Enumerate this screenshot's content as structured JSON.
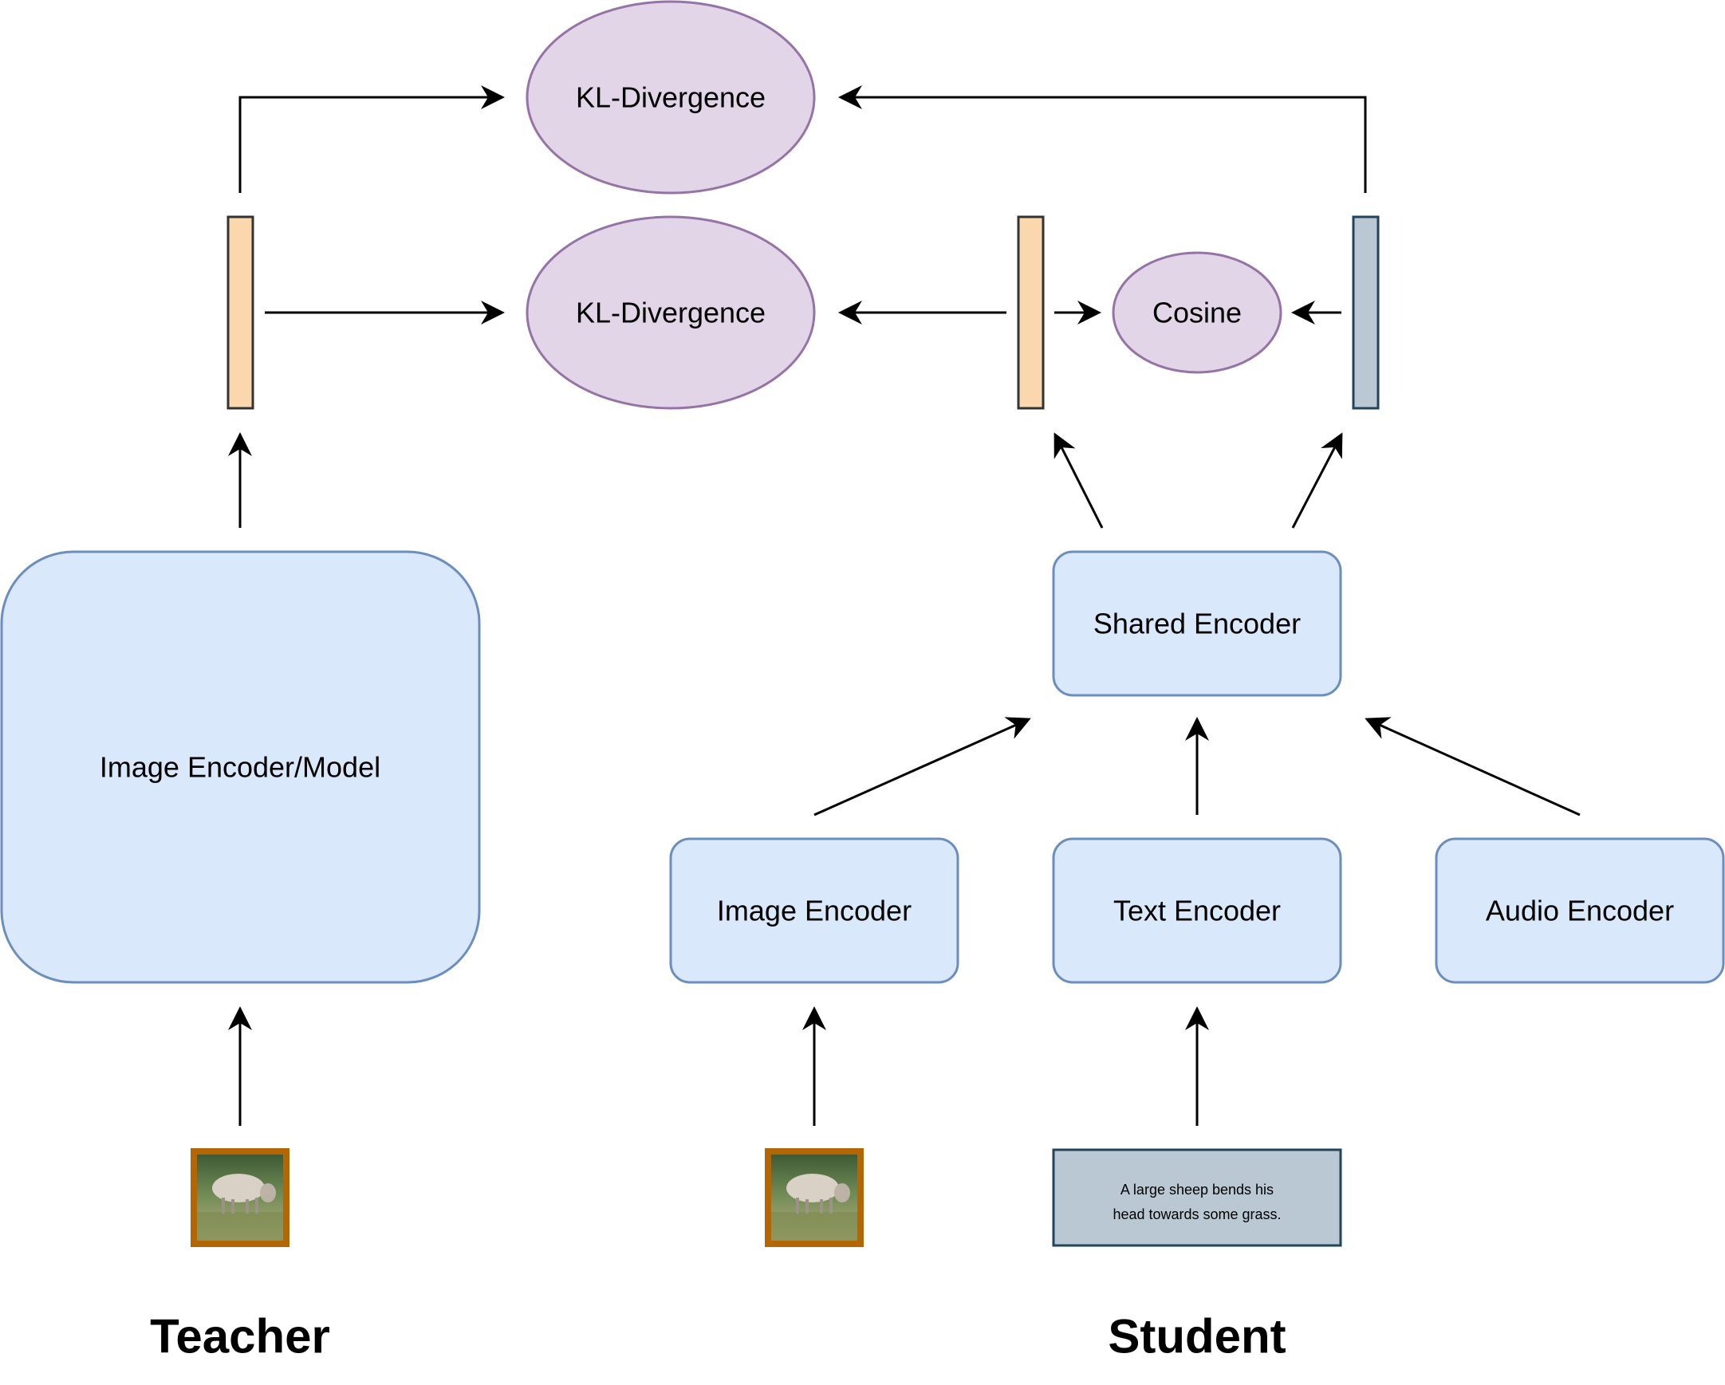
{
  "nodes": {
    "kl_top": "KL-Divergence",
    "kl_mid": "KL-Divergence",
    "cosine": "Cosine",
    "teacher_encoder": "Image Encoder/Model",
    "shared_encoder": "Shared Encoder",
    "image_encoder": "Image Encoder",
    "text_encoder": "Text Encoder",
    "audio_encoder": "Audio Encoder"
  },
  "caption": {
    "line1": "A large sheep bends his",
    "line2": "head towards some grass."
  },
  "labels": {
    "teacher": "Teacher",
    "student": "Student"
  },
  "colors": {
    "encoder_fill": "#dae8fc",
    "encoder_stroke": "#6c8ebf",
    "loss_fill": "#e1d5e7",
    "loss_stroke": "#9673a6",
    "embedding_fill": "#fad7ac",
    "embedding_alt_fill": "#bac8d3",
    "image_border": "#b46504"
  },
  "icons": {
    "input_image": "sheep-photo-icon"
  }
}
